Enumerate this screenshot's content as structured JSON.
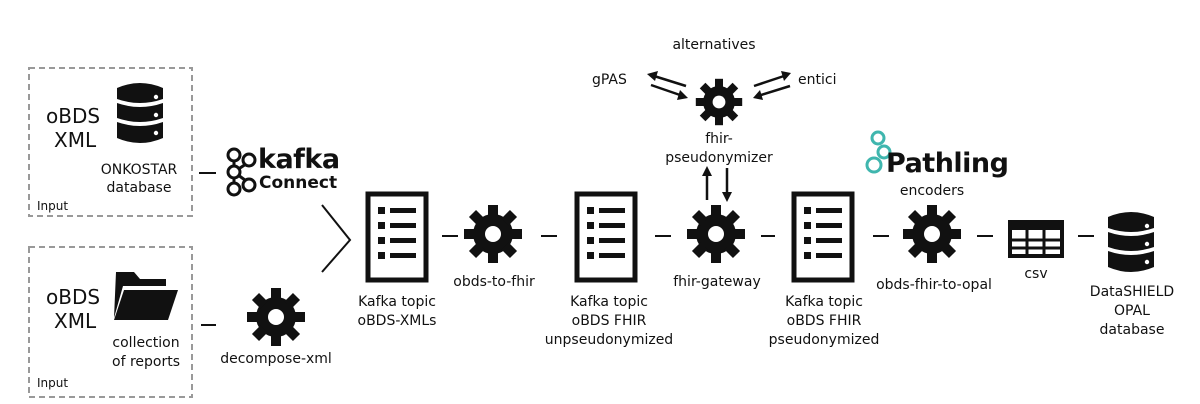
{
  "alternatives_label": "alternatives",
  "gpas_label": "gPAS",
  "entici_label": "entici",
  "pseudonymizer_label_line1": "fhir-",
  "pseudonymizer_label_line2": "pseudonymizer",
  "input_top": {
    "source_line1": "oBDS",
    "source_line2": "XML",
    "db_line1": "ONKOSTAR",
    "db_line2": "database",
    "input_label": "Input"
  },
  "input_bottom": {
    "source_line1": "oBDS",
    "source_line2": "XML",
    "reports_line1": "collection",
    "reports_line2": "of reports",
    "input_label": "Input"
  },
  "kafka_connect": {
    "kafka": "kafka",
    "connect": "Connect"
  },
  "decompose_label": "decompose-xml",
  "topic1": {
    "line1": "Kafka topic",
    "line2": "oBDS-XMLs"
  },
  "obds_to_fhir_label": "obds-to-fhir",
  "topic2": {
    "line1": "Kafka topic",
    "line2": "oBDS FHIR",
    "line3": "unpseudonymized"
  },
  "gateway_label": "fhir-gateway",
  "topic3": {
    "line1": "Kafka topic",
    "line2": "oBDS FHIR",
    "line3": "pseudonymized"
  },
  "pathling": {
    "name": "Pathling",
    "encoders": "encoders"
  },
  "opal_proc_label": "obds-fhir-to-opal",
  "csv_label": "csv",
  "datashield": {
    "line1": "DataSHIELD",
    "line2": "OPAL",
    "line3": "database"
  },
  "colors": {
    "pathling_teal": "#3fb6ae",
    "ink": "#111111",
    "dashed_border": "#999999"
  }
}
